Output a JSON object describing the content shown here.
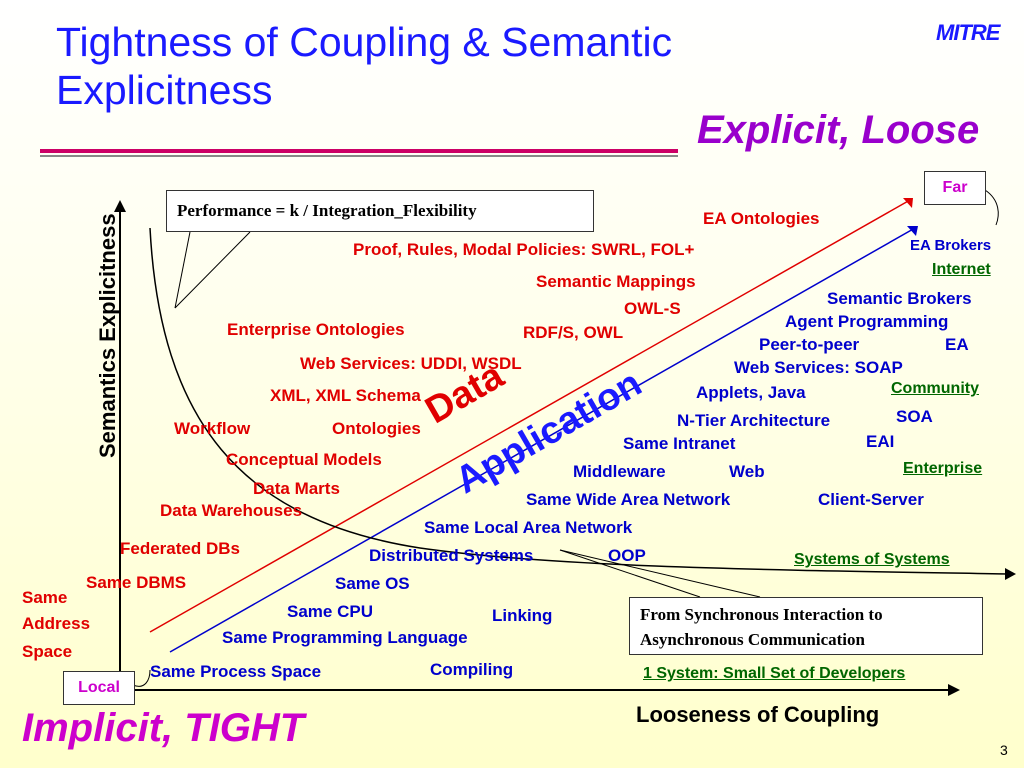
{
  "title": "Tightness of Coupling & Semantic Explicitness",
  "logo": "MITRE",
  "corners": {
    "top_right": "Explicit, Loose",
    "bottom_left": "Implicit, TIGHT"
  },
  "tags": {
    "far": "Far",
    "local": "Local"
  },
  "axes": {
    "y_label": "Semantics Explicitness",
    "x_label": "Looseness of Coupling"
  },
  "formula_box": "Performance = k / Integration_Flexibility",
  "note_box": "From Synchronous Interaction to Asynchronous Communication",
  "big_labels": {
    "data": "Data",
    "application": "Application"
  },
  "page_number": "3",
  "data_labels": [
    "EA Ontologies",
    "Proof, Rules, Modal Policies: SWRL, FOL+",
    "Semantic Mappings",
    "OWL-S",
    "Enterprise Ontologies",
    "RDF/S, OWL",
    "Web Services: UDDI, WSDL",
    "XML, XML Schema",
    "Workflow",
    "Ontologies",
    "Conceptual Models",
    "Data Marts",
    "Data Warehouses",
    "Federated DBs",
    "Same DBMS",
    "Same",
    "Address",
    "Space"
  ],
  "app_labels": [
    "EA Brokers",
    "Semantic Brokers",
    "Agent Programming",
    "Peer-to-peer",
    "EA",
    "Web  Services: SOAP",
    "Applets, Java",
    "SOA",
    "N-Tier Architecture",
    "EAI",
    "Same Intranet",
    "Middleware",
    "Web",
    "Same Wide Area Network",
    "Client-Server",
    "Same Local Area Network",
    "Distributed Systems",
    "OOP",
    "Same OS",
    "Same CPU",
    "Linking",
    "Same Programming Language",
    "Compiling",
    "Same Process Space"
  ],
  "scope_labels": [
    "Internet",
    "Community",
    "Enterprise",
    "Systems of Systems",
    "1 System: Small Set of Developers"
  ],
  "colors": {
    "title": "#1a1aff",
    "data": "#e00000",
    "application": "#0000cc",
    "scope": "#006600",
    "accent": "#cc00cc",
    "rule": "#cc0066"
  }
}
